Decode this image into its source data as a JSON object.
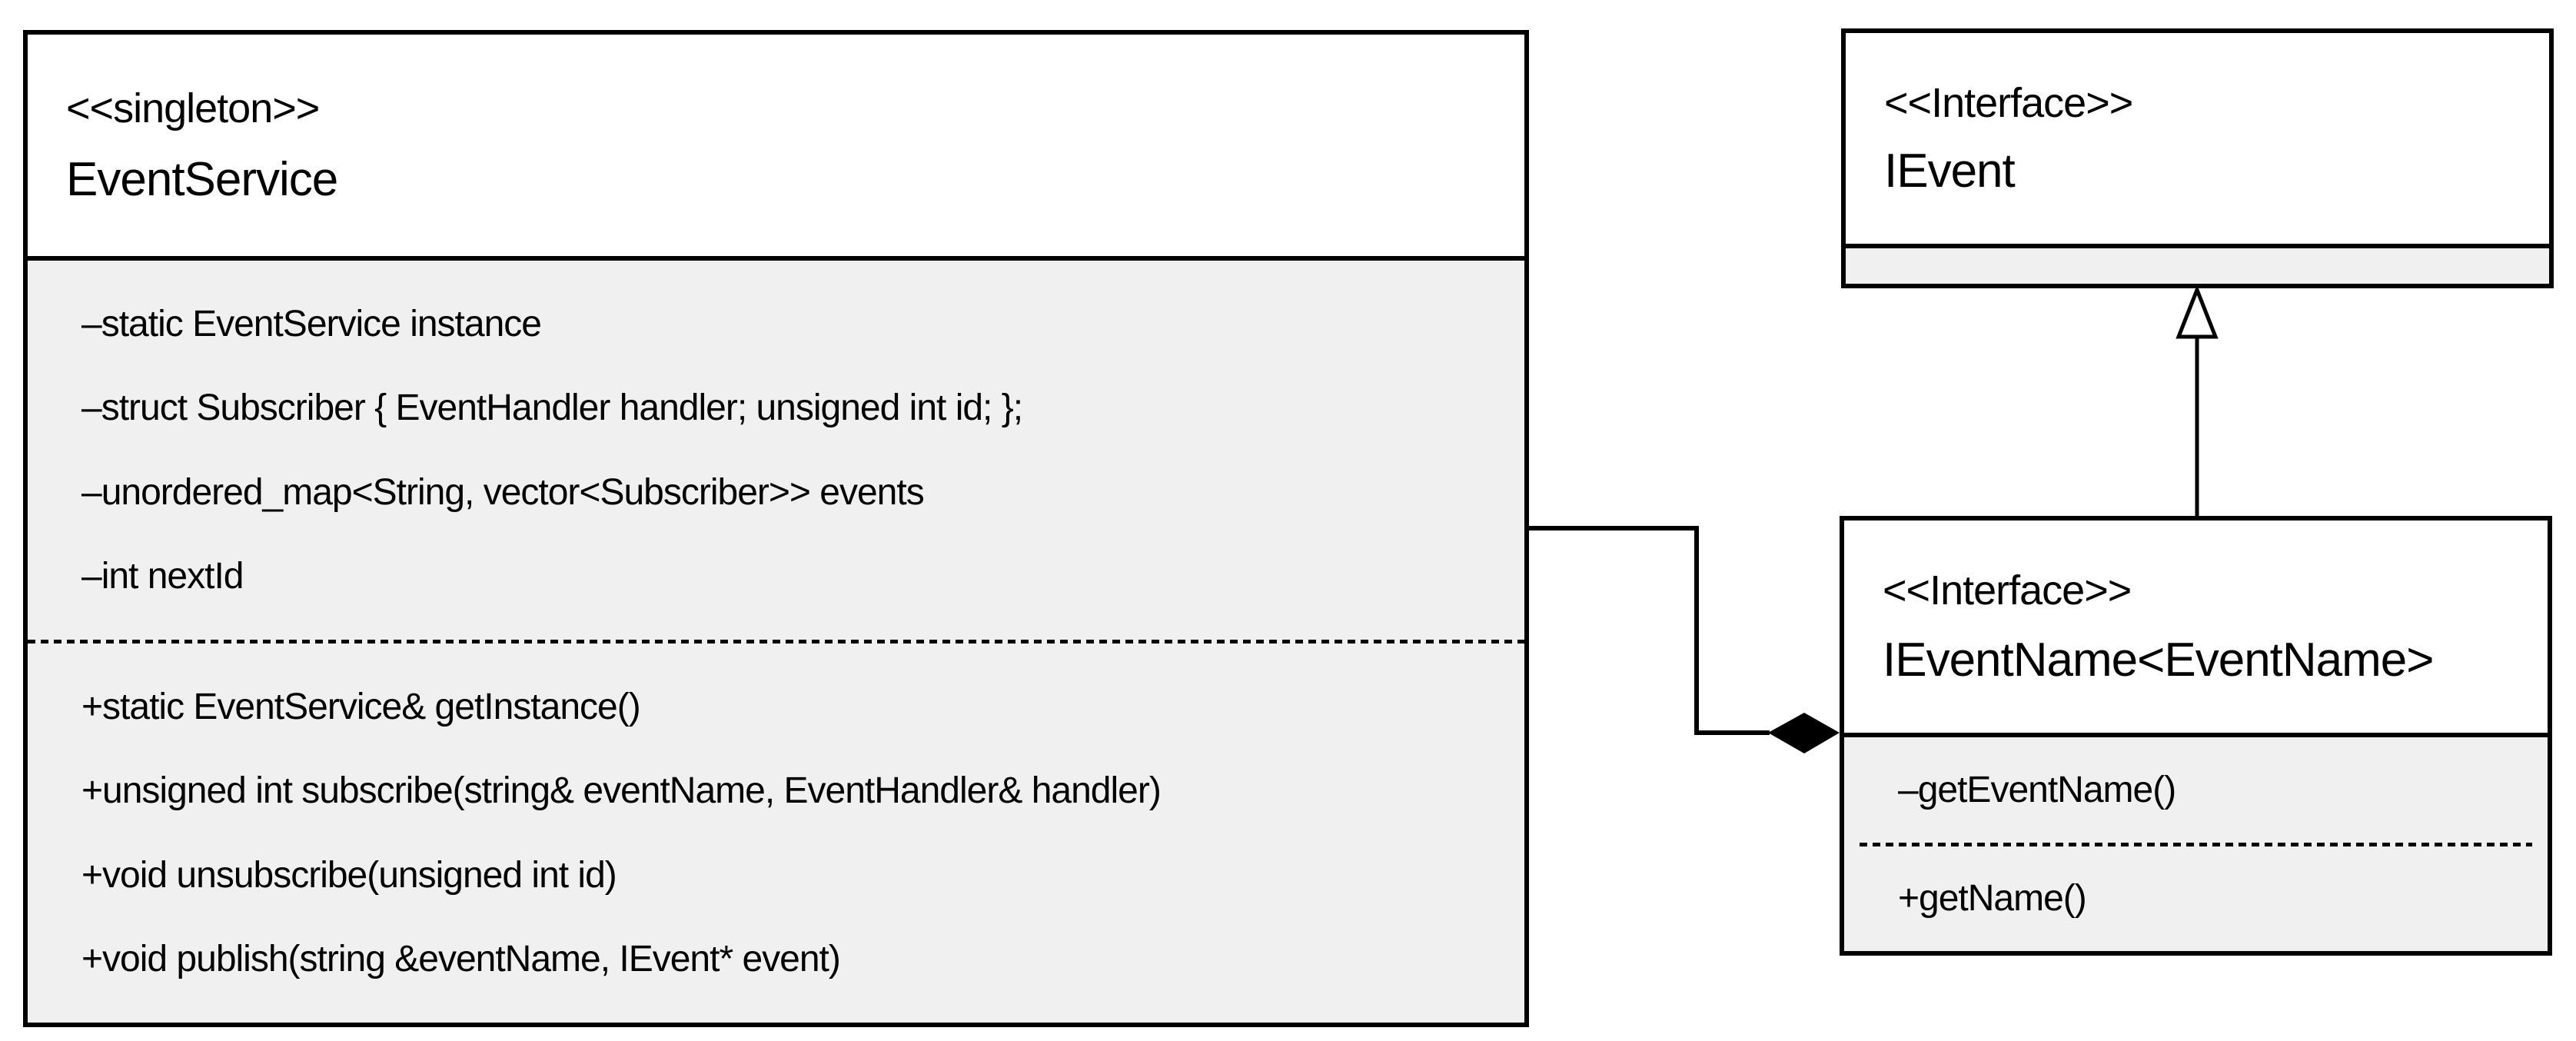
{
  "diagram": {
    "type": "uml-class-diagram",
    "classes": {
      "event_service": {
        "stereotype": "<<singleton>>",
        "name": "EventService",
        "attributes": [
          "–static EventService instance",
          "–struct Subscriber { EventHandler handler; unsigned int id; };",
          "–unordered_map<String, vector<Subscriber>> events",
          "–int nextId"
        ],
        "methods": [
          "+static EventService& getInstance()",
          "+unsigned int subscribe(string& eventName, EventHandler& handler)",
          "+void unsubscribe(unsigned int id)",
          "+void publish(string &eventName, IEvent* event)"
        ]
      },
      "ievent": {
        "stereotype": "<<Interface>>",
        "name": "IEvent"
      },
      "ieventname": {
        "stereotype": "<<Interface>>",
        "name": "IEventName<EventName>",
        "private_methods": [
          "–getEventName()"
        ],
        "public_methods": [
          "+getName()"
        ]
      }
    },
    "relationships": [
      {
        "type": "composition",
        "from": "EventService",
        "to": "IEventName<EventName>",
        "marker": "filled-diamond"
      },
      {
        "type": "realization",
        "from": "IEventName<EventName>",
        "to": "IEvent",
        "marker": "hollow-triangle"
      }
    ],
    "colors": {
      "border": "#000000",
      "compartment_fill": "#f0f0f0",
      "background": "#ffffff",
      "text": "#000000"
    }
  }
}
